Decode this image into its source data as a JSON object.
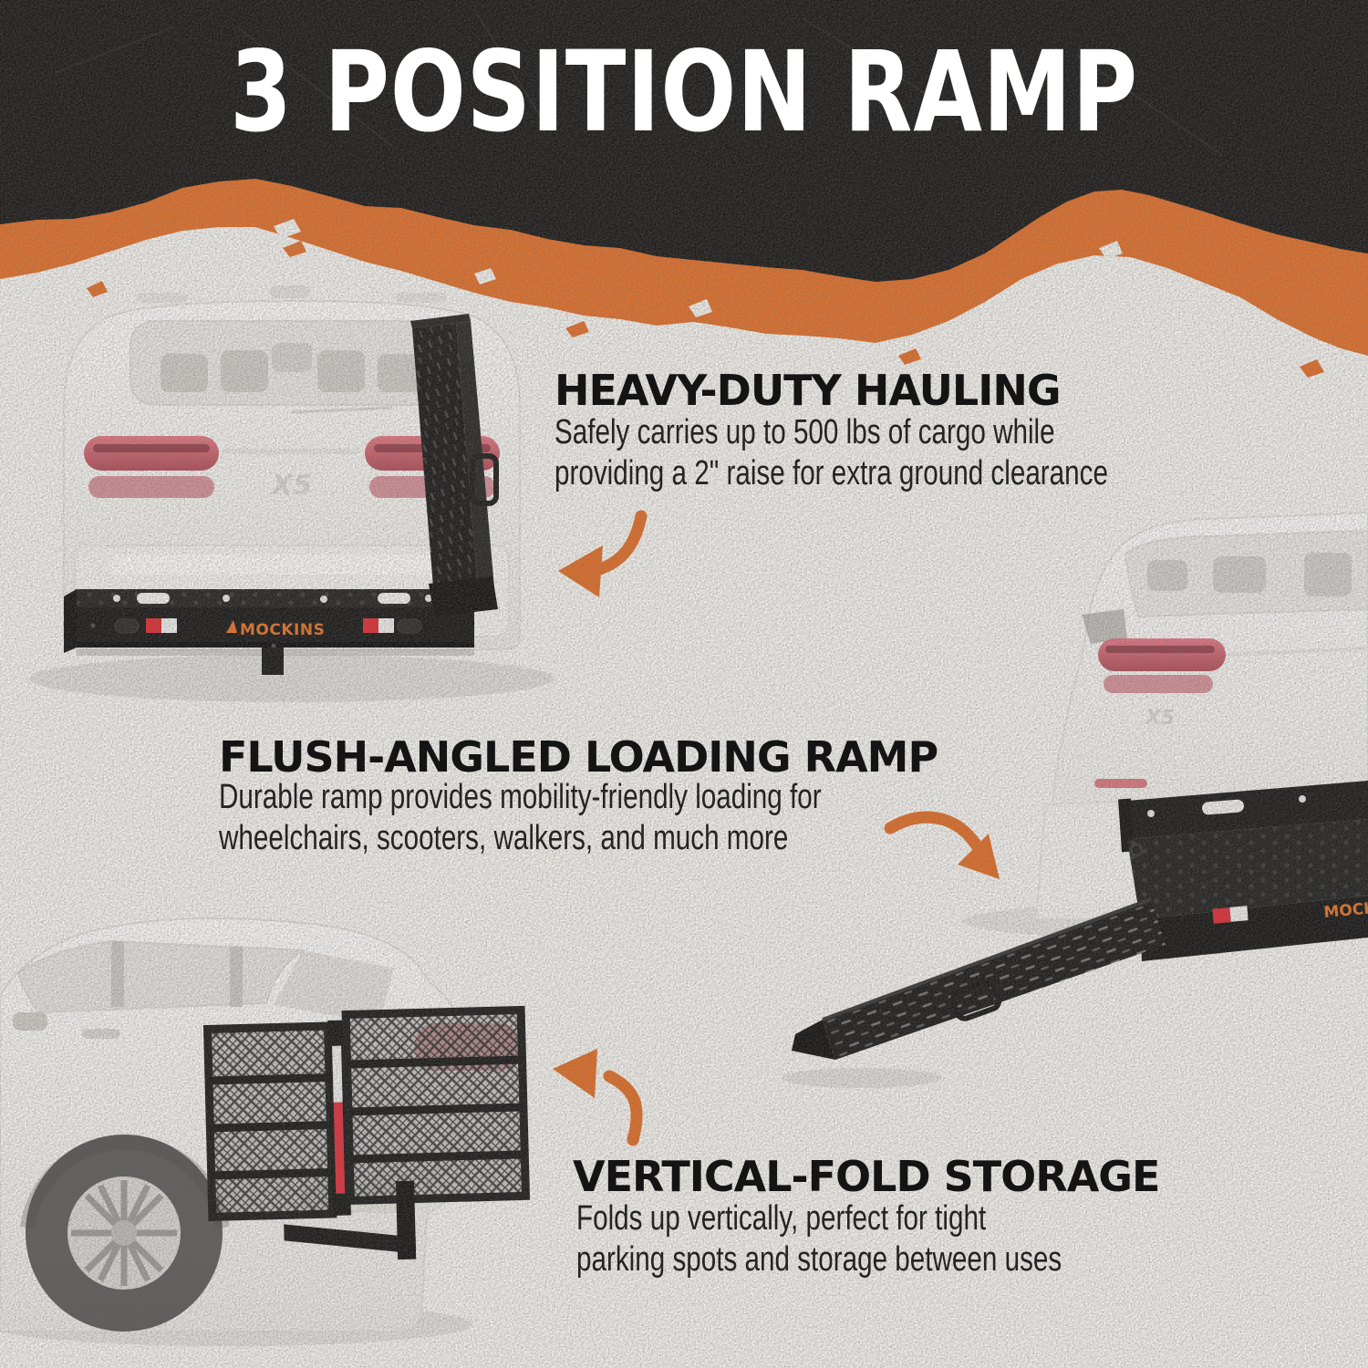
{
  "header": {
    "title": "3 POSITION RAMP"
  },
  "sections": [
    {
      "id": "heavy-duty-hauling",
      "heading": "HEAVY-DUTY HAULING",
      "lines": [
        "Safely carries up to 500 lbs of cargo while",
        "providing a 2\" raise for extra ground clearance"
      ]
    },
    {
      "id": "flush-angled-loading-ramp",
      "heading": "FLUSH-ANGLED LOADING RAMP",
      "lines": [
        "Durable ramp provides mobility-friendly loading for",
        "wheelchairs, scooters, walkers, and much more"
      ]
    },
    {
      "id": "vertical-fold-storage",
      "heading": "VERTICAL-FOLD STORAGE",
      "lines": [
        "Folds up vertically, perfect for tight",
        "parking spots and storage between uses"
      ]
    }
  ],
  "product": {
    "brand_logo": "MOCKINS",
    "vehicle_badge": "X5"
  },
  "icons": {
    "arrow_1": "curved-arrow-pointing-left",
    "arrow_2": "curved-arrow-pointing-down-right",
    "arrow_3": "curved-arrow-pointing-up-left"
  },
  "colors": {
    "accent_orange": "#E2702B",
    "header_black": "#1A1918",
    "background": "#F5F3EF",
    "heading_text": "#141414",
    "body_text": "#242424",
    "reflector_red": "#E03038",
    "taillight_red": "#C84A58"
  }
}
